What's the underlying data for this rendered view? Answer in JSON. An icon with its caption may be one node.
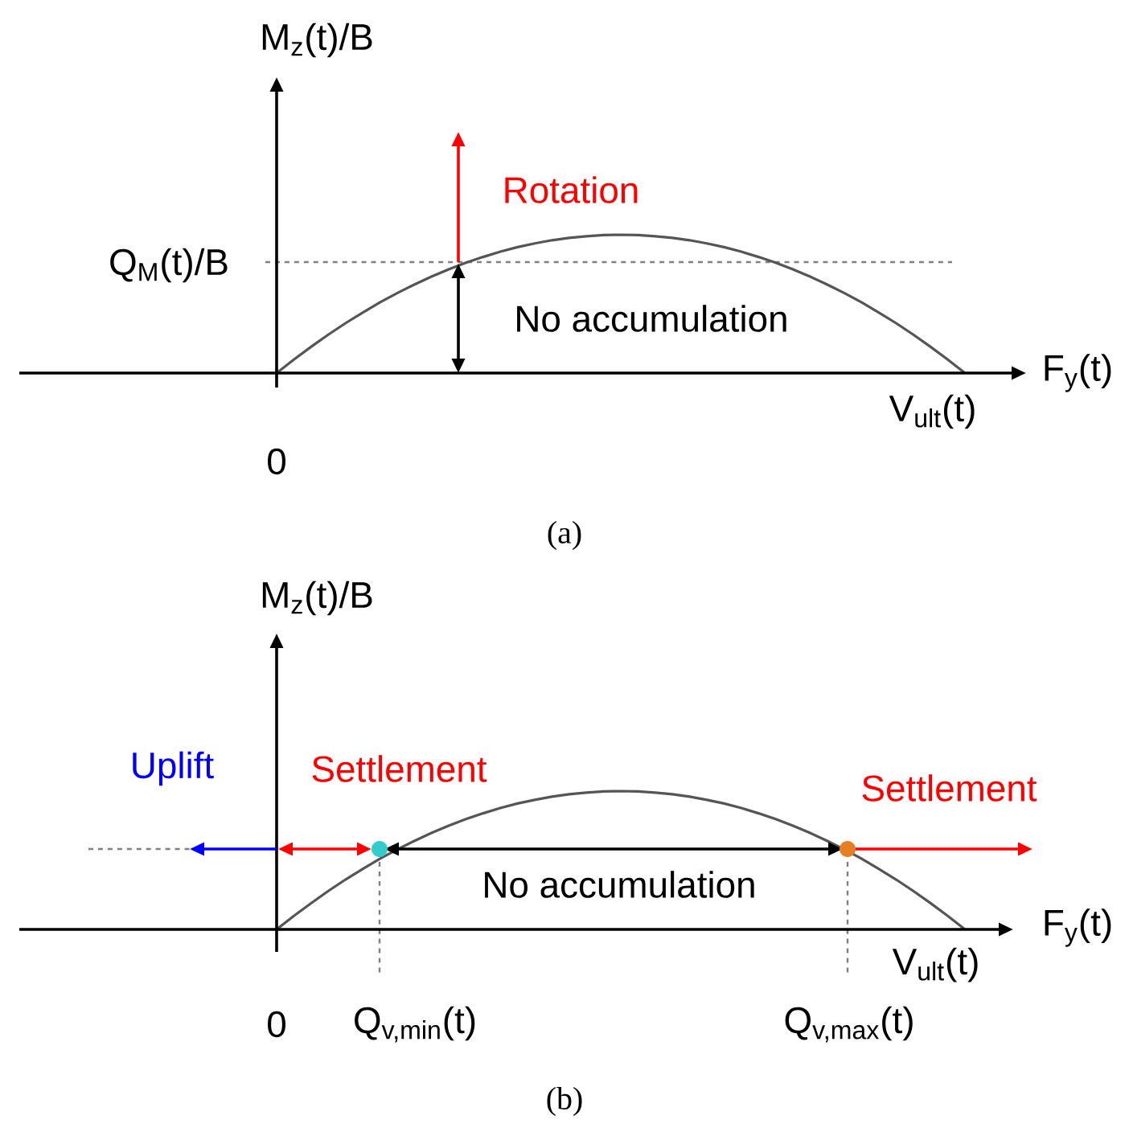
{
  "diagram": {
    "labels": [
      "M$_{z}$(t)/B",
      "Rotation",
      "Q$_{M}$(t)/B",
      "No accumulation",
      "F$_{y}$(t)",
      "V$_{ult}$(t)",
      "0",
      "(a)",
      "M$_{z}$(t)/B",
      "Uplift",
      "Settlement",
      "Settlement",
      "No accumulation",
      "F$_{y}$(t)",
      "V$_{ult}$(t)",
      "0",
      "Q$_{v,min}$(t)",
      "Q$_{v,max}$(t)",
      "(b)"
    ]
  }
}
